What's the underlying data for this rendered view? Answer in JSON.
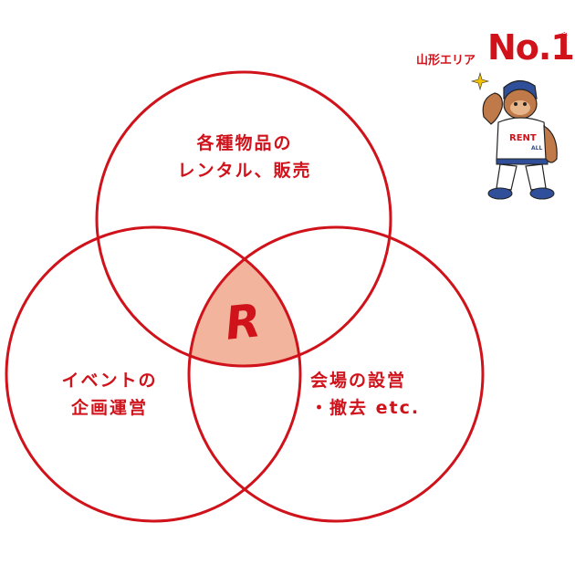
{
  "badge": {
    "region": "山形エリア",
    "rank": "No.1",
    "note_mark": "※"
  },
  "mascot": {
    "shirt_text_1": "RENT",
    "shirt_text_2": "ALL"
  },
  "center_logo": {
    "letter": "R"
  },
  "circles": {
    "top": {
      "line1": "各種物品の",
      "line2": "レンタル、販売"
    },
    "left": {
      "line1": "イベントの",
      "line2": "企画運営"
    },
    "right": {
      "line1": "会場の設営",
      "line2": "・撤去 etc."
    }
  },
  "colors": {
    "red": "#d0121b",
    "overlap_fill": "#f2b49d",
    "logo": "#d0121b"
  }
}
